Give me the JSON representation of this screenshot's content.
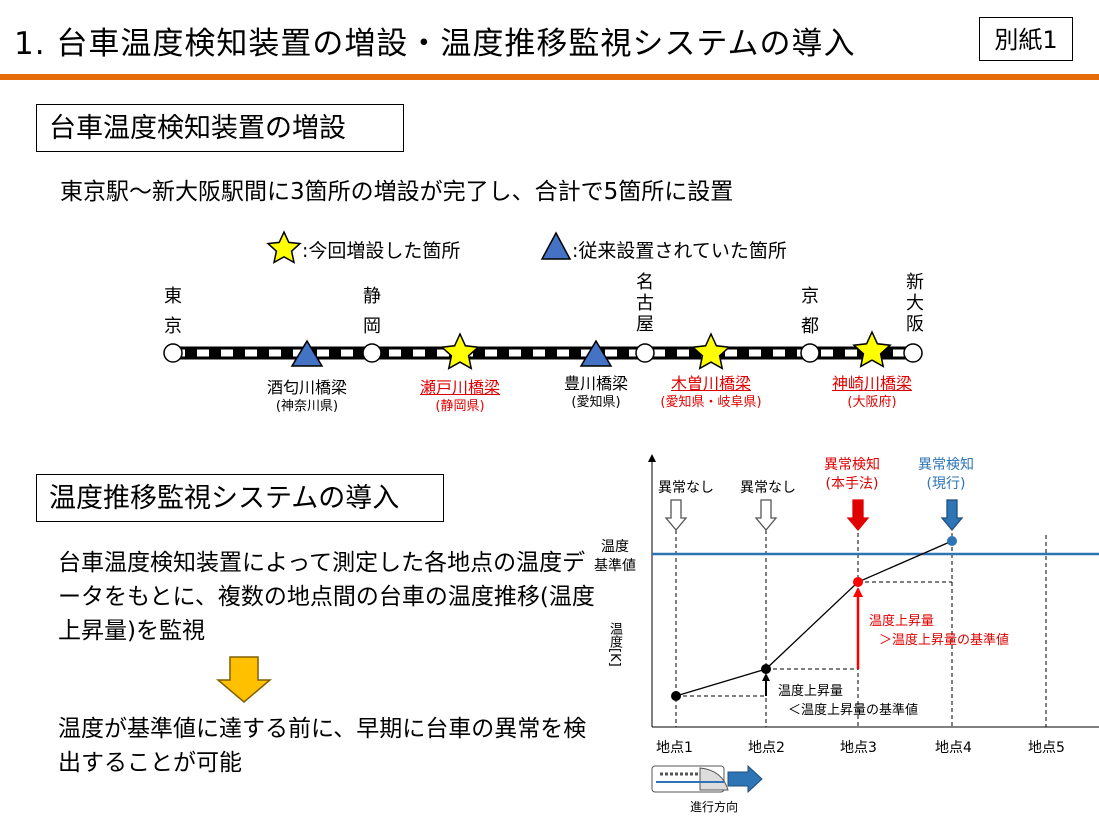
{
  "header": {
    "title": "1. 台車温度検知装置の増設・温度推移監視システムの導入",
    "attachment": "別紙1"
  },
  "section1": {
    "heading": "台車温度検知装置の増設",
    "summary": "東京駅～新大阪駅間に3箇所の増設が完了し、合計で5箇所に設置",
    "legend": {
      "new_sites": ":今回増設した箇所",
      "existing_sites": ":従来設置されていた箇所"
    },
    "stations": [
      {
        "name": "東京",
        "lines": [
          "東",
          "京"
        ]
      },
      {
        "name": "静岡",
        "lines": [
          "静",
          "岡"
        ]
      },
      {
        "name": "名古屋",
        "lines": [
          "名",
          "古",
          "屋"
        ]
      },
      {
        "name": "京都",
        "lines": [
          "京",
          "都"
        ]
      },
      {
        "name": "新大阪",
        "lines": [
          "新",
          "大",
          "阪"
        ]
      }
    ],
    "sites": [
      {
        "name": "酒匂川橋梁",
        "pref": "(神奈川県)",
        "type": "existing"
      },
      {
        "name": "瀬戸川橋梁",
        "pref": "(静岡県)",
        "type": "new"
      },
      {
        "name": "豊川橋梁",
        "pref": "(愛知県)",
        "type": "existing"
      },
      {
        "name": "木曽川橋梁",
        "pref": "(愛知県・岐阜県)",
        "type": "new"
      },
      {
        "name": "神崎川橋梁",
        "pref": "(大阪府)",
        "type": "new"
      }
    ],
    "colors": {
      "star": "#ffff00",
      "triangle": "#4472c4",
      "new_text": "#e00000"
    }
  },
  "section2": {
    "heading": "温度推移監視システムの導入",
    "description": "台車温度検知装置によって測定した各地点の温度データをもとに、複数の地点間の台車の温度推移(温度上昇量)を監視",
    "result": "温度が基準値に達する前に、早期に台車の異常を検出することが可能",
    "arrow_color": "#ffc000"
  },
  "chart_data": {
    "type": "line",
    "x": [
      "地点1",
      "地点2",
      "地点3",
      "地点4",
      "地点5"
    ],
    "ylabel": "温度[K]",
    "threshold_label": [
      "温度",
      "基準値"
    ],
    "status_labels": [
      {
        "text": [
          "異常なし"
        ],
        "color": "#000000"
      },
      {
        "text": [
          "異常なし"
        ],
        "color": "#000000"
      },
      {
        "text": [
          "異常検知",
          "(本手法)"
        ],
        "color": "#e00000"
      },
      {
        "text": [
          "異常検知",
          "(現行)"
        ],
        "color": "#2e75b6"
      }
    ],
    "annotation_small": [
      "温度上昇量",
      "＜温度上昇量の基準値"
    ],
    "annotation_large": [
      "温度上昇量",
      "＞温度上昇量の基準値"
    ],
    "direction_label": "進行方向",
    "threshold_color": "#2e75b6"
  }
}
